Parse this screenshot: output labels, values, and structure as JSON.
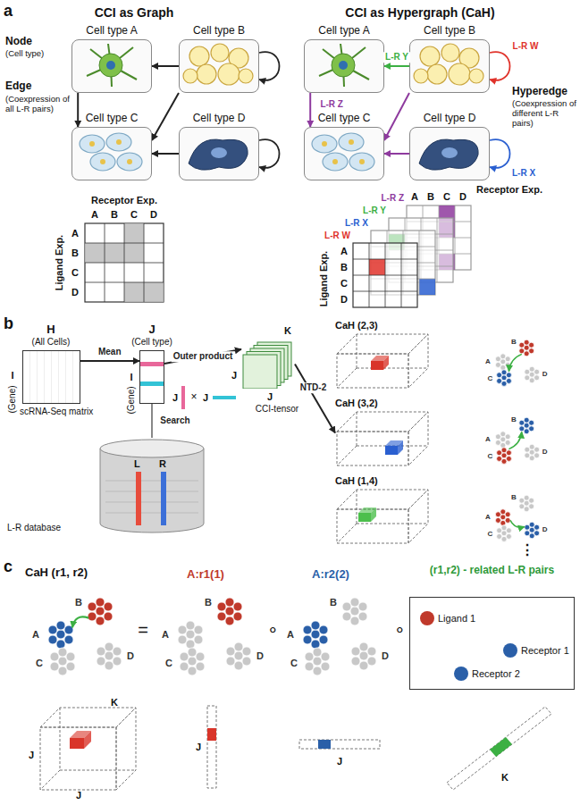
{
  "diagram": {
    "nodes": [
      {
        "text": [
          "Cell type A"
        ]
      },
      {
        "text": [
          "Cell type B"
        ]
      },
      {
        "text": [
          "Cell type C"
        ]
      },
      {
        "text": [
          "Cell type D"
        ]
      },
      {
        "text": [
          "Cell type A"
        ]
      },
      {
        "text": [
          "Cell type B"
        ]
      },
      {
        "text": [
          "Cell type C"
        ]
      },
      {
        "text": [
          "Cell type D"
        ]
      },
      {
        "text": [
          "H",
          "(All Cells)",
          "scRNA-Seq matrix"
        ]
      },
      {
        "text": [
          "J",
          "(Cell type)"
        ]
      },
      {
        "text": [
          "L",
          "R"
        ]
      },
      {
        "text": [
          "CCI-tensor"
        ]
      },
      {
        "text": [
          "CaH (2,3)"
        ]
      },
      {
        "text": [
          "CaH (3,2)"
        ]
      },
      {
        "text": [
          "CaH (1,4)"
        ]
      },
      {
        "text": [
          "(r1,r2) - related L-R pairs"
        ]
      },
      {
        "text": [
          "Ligand 1"
        ],
        "in": 15
      },
      {
        "text": [
          "Receptor 1"
        ],
        "in": 15
      },
      {
        "text": [
          "Receptor 2"
        ],
        "in": 15
      }
    ],
    "edges": [
      {
        "from": 1,
        "to": 0,
        "arrow": "to"
      },
      {
        "from": 1,
        "to": 1,
        "arrow": "to"
      },
      {
        "from": 0,
        "to": 2,
        "arrow": "to"
      },
      {
        "from": 1,
        "to": 2,
        "arrow": "to"
      },
      {
        "from": 3,
        "to": 2,
        "arrow": "to"
      },
      {
        "from": 3,
        "to": 3,
        "arrow": "to"
      },
      {
        "from": 5,
        "to": 4,
        "arrow": "to",
        "label": "L-R Y"
      },
      {
        "from": 5,
        "to": 5,
        "arrow": "to",
        "label": "L-R W"
      },
      {
        "from": 4,
        "to": 6,
        "arrow": "to",
        "label": "L-R Z"
      },
      {
        "from": 5,
        "to": 6,
        "arrow": "to"
      },
      {
        "from": 7,
        "to": 6,
        "arrow": "to"
      },
      {
        "from": 7,
        "to": 7,
        "arrow": "to",
        "label": "L-R X"
      },
      {
        "from": 8,
        "to": 9,
        "arrow": "to",
        "label": "Mean"
      },
      {
        "from": 9,
        "to": 10,
        "arrow": "none",
        "label": "Search"
      },
      {
        "from": 9,
        "to": 11,
        "arrow": "to",
        "label": "Outer product"
      },
      {
        "from": 11,
        "to": 13,
        "arrow": "to",
        "label": "NTD-2"
      },
      {
        "from": 16,
        "to": 17,
        "arrow": "to"
      },
      {
        "from": 16,
        "to": 18,
        "arrow": "to"
      }
    ],
    "labels": [
      "a",
      "CCI as Graph",
      "CCI as Hypergraph (CaH)",
      "Node",
      "(Cell type)",
      "Edge",
      "(Coexpression of all L-R pairs)",
      "Hyperedge",
      "(Coexpression of different L-R pairs)",
      "Receptor Exp.",
      "A",
      "B",
      "C",
      "D",
      "Ligand Exp.",
      "A",
      "B",
      "C",
      "D",
      "L-R W",
      "L-R X",
      "L-R Y",
      "L-R Z",
      "Receptor Exp.",
      "A",
      "B",
      "C",
      "D",
      "Ligand Exp.",
      "A",
      "B",
      "C",
      "D",
      "b",
      "I",
      "(Gene)",
      "I",
      "(Gene)",
      "L-R database",
      "J",
      "×",
      "J",
      "K",
      "J",
      "J",
      "A",
      "B",
      "C",
      "D",
      "A",
      "B",
      "C",
      "D",
      "A",
      "B",
      "C",
      "D",
      "⋮",
      "c",
      "CaH (r1, r2)",
      "A",
      "B",
      "C",
      "D",
      "=",
      "A:r1(1)",
      "A",
      "B",
      "C",
      "D",
      "∘",
      "A:r2(2)",
      "A",
      "B",
      "C",
      "D",
      "∘",
      "K",
      "J",
      "J",
      "J",
      "J",
      "K"
    ]
  }
}
